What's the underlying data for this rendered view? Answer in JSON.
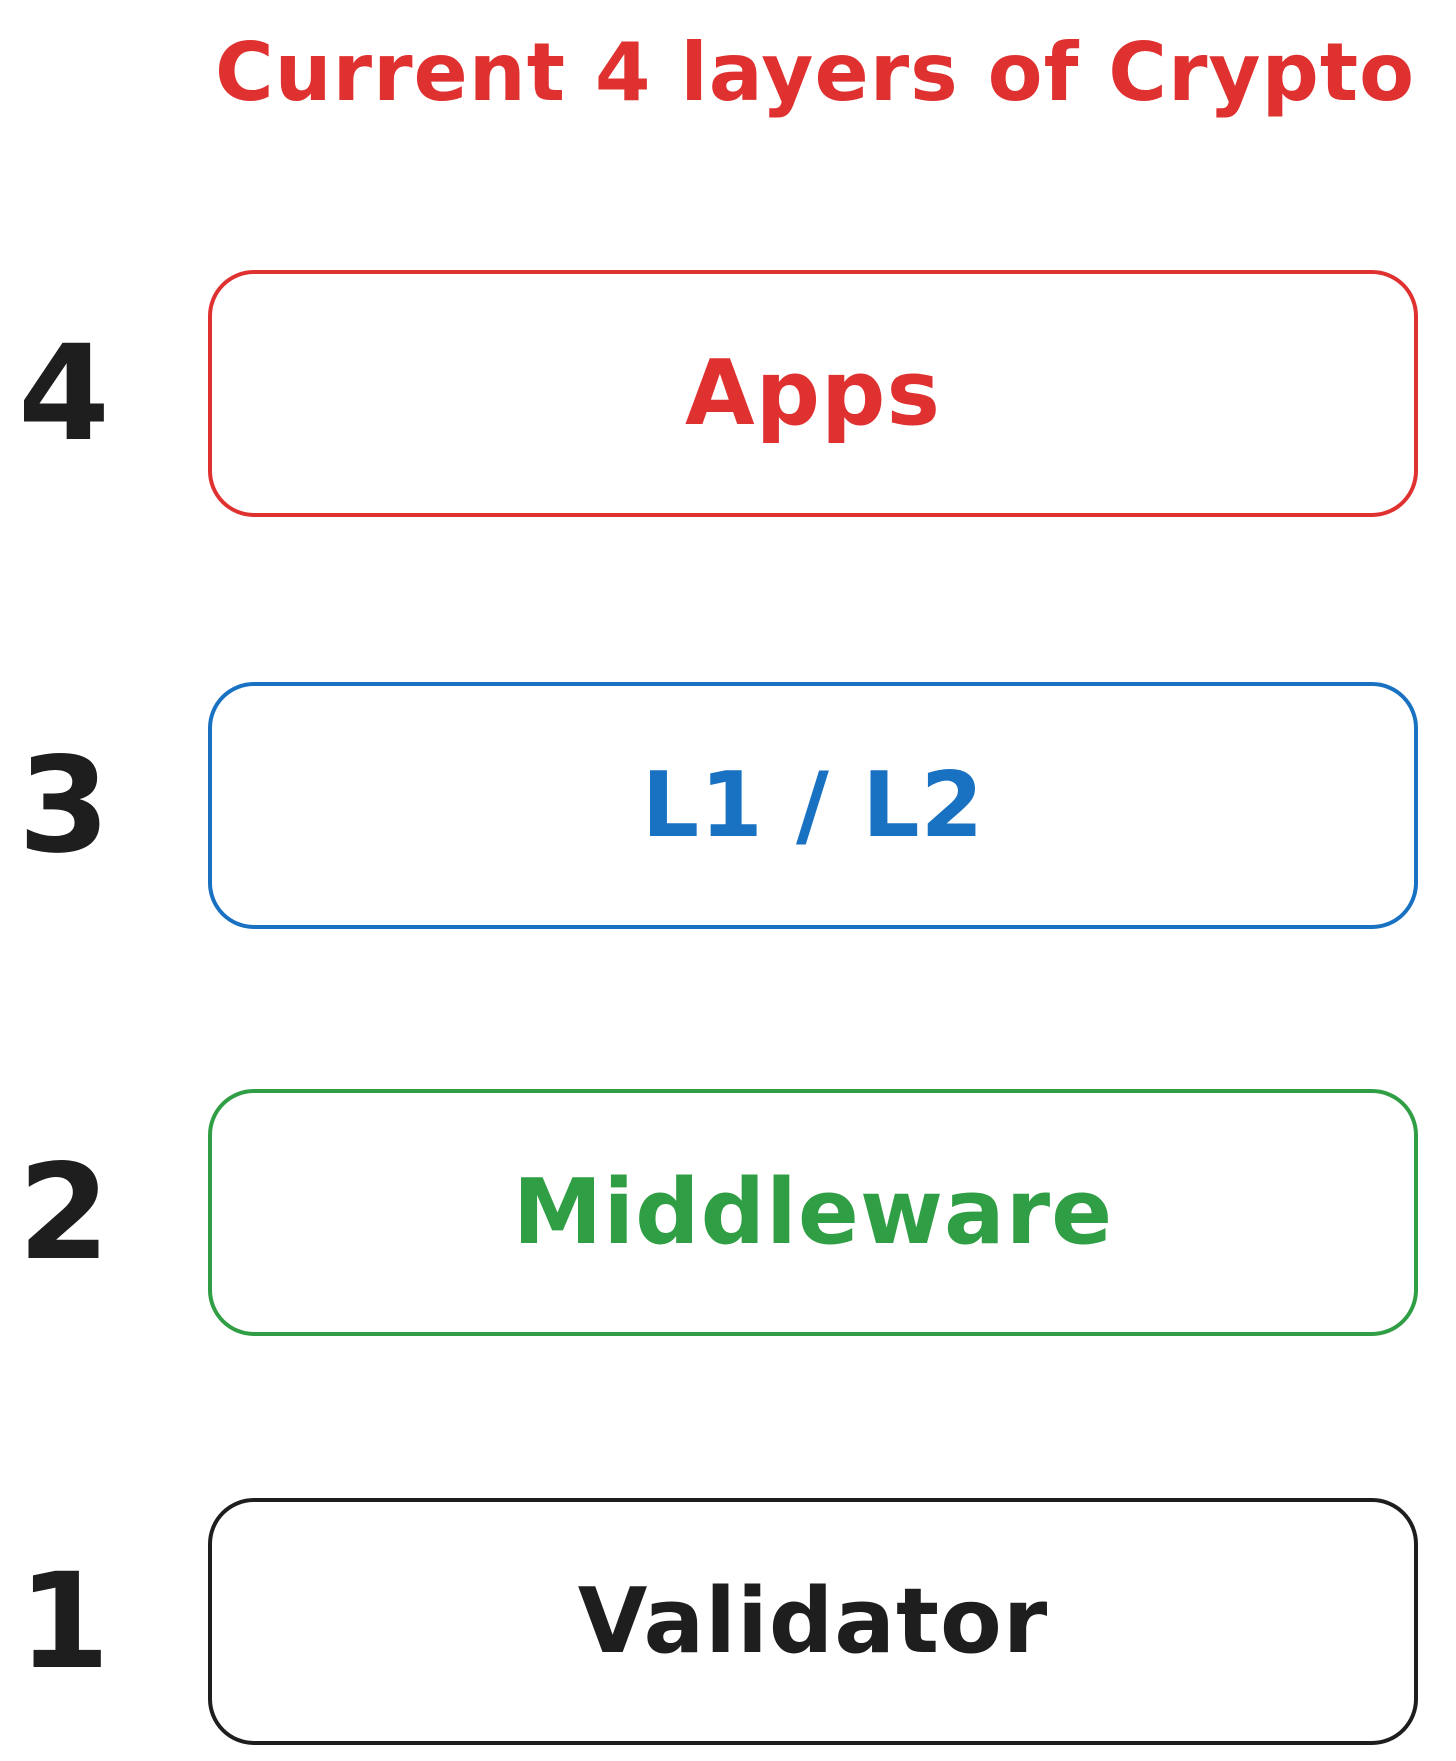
{
  "title": {
    "text": "Current 4 layers of Crypto"
  },
  "colors": {
    "red": "#e03131",
    "blue": "#1971c2",
    "green": "#2f9e44",
    "black": "#1e1e1e",
    "background": "#ffffff"
  },
  "layers": [
    {
      "number": "4",
      "label": "Apps",
      "color": "#e03131"
    },
    {
      "number": "3",
      "label": "L1 / L2",
      "color": "#1971c2"
    },
    {
      "number": "2",
      "label": "Middleware",
      "color": "#2f9e44"
    },
    {
      "number": "1",
      "label": "Validator",
      "color": "#1e1e1e"
    }
  ]
}
